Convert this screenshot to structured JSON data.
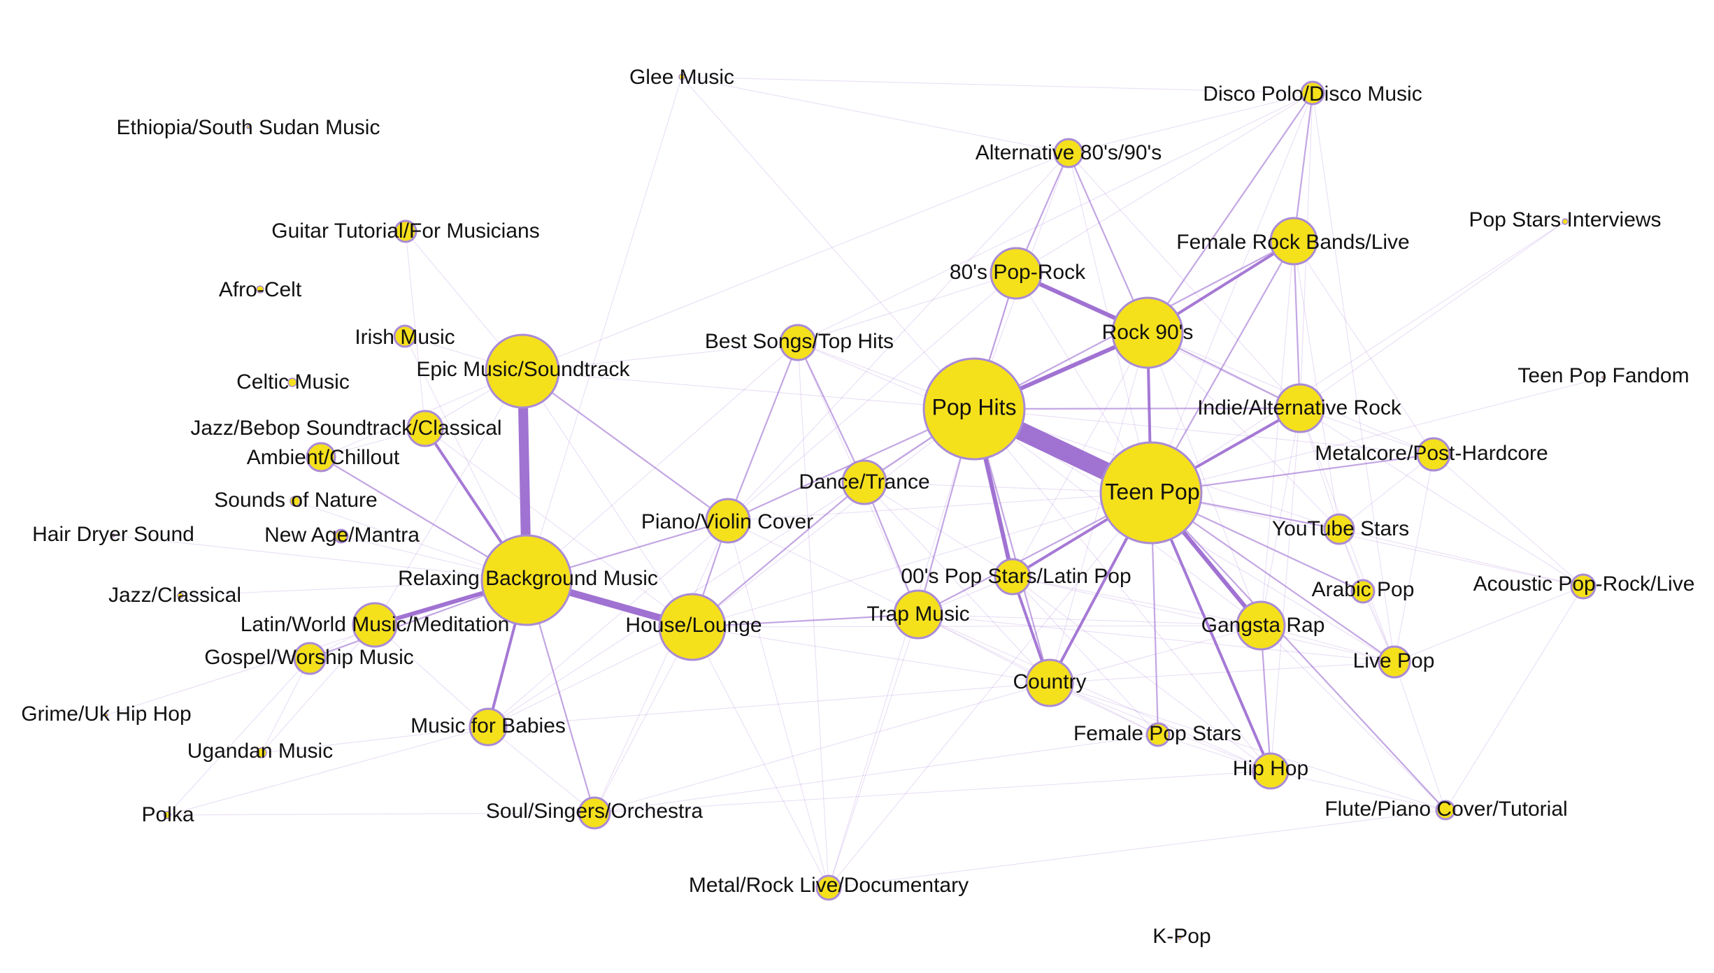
{
  "colors": {
    "node_fill": "#f5e01c",
    "node_stroke": "#a98bd6",
    "edge": "#9b6ad0",
    "label": "#111111",
    "background": "#ffffff"
  },
  "nodes": [
    {
      "id": "teen_pop",
      "label": "Teen Pop",
      "weight": 100
    },
    {
      "id": "pop_hits",
      "label": "Pop Hits",
      "weight": 100
    },
    {
      "id": "relaxing",
      "label": "Relaxing Background Music",
      "weight": 90
    },
    {
      "id": "epic",
      "label": "Epic Music/Soundtrack",
      "weight": 60
    },
    {
      "id": "house",
      "label": "House/Lounge",
      "weight": 55
    },
    {
      "id": "rock90",
      "label": "Rock 90's",
      "weight": 60
    },
    {
      "id": "pop80",
      "label": "80's Pop-Rock",
      "weight": 40
    },
    {
      "id": "best_songs",
      "label": "Best Songs/Top Hits",
      "weight": 25
    },
    {
      "id": "dance",
      "label": "Dance/Trance",
      "weight": 30
    },
    {
      "id": "piano",
      "label": "Piano/Violin Cover",
      "weight": 30
    },
    {
      "id": "pop00",
      "label": "00's Pop Stars/Latin Pop",
      "weight": 25
    },
    {
      "id": "trap",
      "label": "Trap Music",
      "weight": 35
    },
    {
      "id": "country",
      "label": "Country",
      "weight": 35
    },
    {
      "id": "gangsta",
      "label": "Gangsta Rap",
      "weight": 35
    },
    {
      "id": "indie",
      "label": "Indie/Alternative Rock",
      "weight": 35
    },
    {
      "id": "female_rock",
      "label": "Female Rock Bands/Live",
      "weight": 35
    },
    {
      "id": "alt80",
      "label": "Alternative 80's/90's",
      "weight": 15
    },
    {
      "id": "disco",
      "label": "Disco Polo/Disco Music",
      "weight": 10
    },
    {
      "id": "glee",
      "label": "Glee Music",
      "weight": 2
    },
    {
      "id": "ethiopia",
      "label": "Ethiopia/South Sudan Music",
      "weight": 1
    },
    {
      "id": "guitar",
      "label": "Guitar Tutorial/For Musicians",
      "weight": 6
    },
    {
      "id": "afrocelt",
      "label": "Afro-Celt",
      "weight": 3
    },
    {
      "id": "irish",
      "label": "Irish Music",
      "weight": 6
    },
    {
      "id": "celtic",
      "label": "Celtic Music",
      "weight": 3
    },
    {
      "id": "jazz_bebop",
      "label": "Jazz/Bebop Soundtrack/Classical",
      "weight": 20
    },
    {
      "id": "ambient",
      "label": "Ambient/Chillout",
      "weight": 12
    },
    {
      "id": "sounds_nature",
      "label": "Sounds of Nature",
      "weight": 3
    },
    {
      "id": "hair_dryer",
      "label": "Hair Dryer Sound",
      "weight": 1
    },
    {
      "id": "new_age",
      "label": "New Age/Mantra",
      "weight": 4
    },
    {
      "id": "jazz_classical",
      "label": "Jazz/Classical",
      "weight": 2
    },
    {
      "id": "latin_world",
      "label": "Latin/World Music/Meditation",
      "weight": 30
    },
    {
      "id": "gospel",
      "label": "Gospel/Worship Music",
      "weight": 15
    },
    {
      "id": "grime",
      "label": "Grime/Uk Hip Hop",
      "weight": 1
    },
    {
      "id": "ugandan",
      "label": "Ugandan Music",
      "weight": 3
    },
    {
      "id": "polka",
      "label": "Polka",
      "weight": 2
    },
    {
      "id": "babies",
      "label": "Music for Babies",
      "weight": 20
    },
    {
      "id": "soul",
      "label": "Soul/Singers/Orchestra",
      "weight": 15
    },
    {
      "id": "metal_live",
      "label": "Metal/Rock Live/Documentary",
      "weight": 10
    },
    {
      "id": "kpop",
      "label": "K-Pop",
      "weight": 1
    },
    {
      "id": "female_pop",
      "label": "Female Pop Stars",
      "weight": 10
    },
    {
      "id": "hip_hop",
      "label": "Hip Hop",
      "weight": 20
    },
    {
      "id": "flute",
      "label": "Flute/Piano Cover/Tutorial",
      "weight": 8
    },
    {
      "id": "live_pop",
      "label": "Live Pop",
      "weight": 15
    },
    {
      "id": "arabic",
      "label": "Arabic Pop",
      "weight": 8
    },
    {
      "id": "acoustic",
      "label": "Acoustic Pop-Rock/Live",
      "weight": 10
    },
    {
      "id": "youtube",
      "label": "YouTube Stars",
      "weight": 15
    },
    {
      "id": "metalcore",
      "label": "Metalcore/Post-Hardcore",
      "weight": 18
    },
    {
      "id": "teen_fandom",
      "label": "Teen Pop Fandom",
      "weight": 1
    },
    {
      "id": "pop_interviews",
      "label": "Pop Stars Interviews",
      "weight": 2
    }
  ],
  "edges": [
    [
      "pop_hits",
      "teen_pop",
      9
    ],
    [
      "epic",
      "relaxing",
      7
    ],
    [
      "relaxing",
      "house",
      6
    ],
    [
      "relaxing",
      "latin_world",
      4
    ],
    [
      "pop_hits",
      "rock90",
      4
    ],
    [
      "pop80",
      "rock90",
      4
    ],
    [
      "teen_pop",
      "gangsta",
      4
    ],
    [
      "pop_hits",
      "pop00",
      4
    ],
    [
      "rock90",
      "female_rock",
      3
    ],
    [
      "rock90",
      "teen_pop",
      3
    ],
    [
      "teen_pop",
      "indie",
      3
    ],
    [
      "pop00",
      "country",
      3
    ],
    [
      "teen_pop",
      "country",
      3
    ],
    [
      "teen_pop",
      "pop00",
      3
    ],
    [
      "teen_pop",
      "hip_hop",
      3
    ],
    [
      "jazz_bebop",
      "relaxing",
      3
    ],
    [
      "relaxing",
      "babies",
      3
    ],
    [
      "pop_hits",
      "female_rock",
      2
    ],
    [
      "rock90",
      "indie",
      2
    ],
    [
      "relaxing",
      "soul",
      2
    ],
    [
      "relaxing",
      "ambient",
      2
    ],
    [
      "relaxing",
      "gospel",
      2
    ],
    [
      "relaxing",
      "piano",
      2
    ],
    [
      "epic",
      "piano",
      2
    ],
    [
      "house",
      "piano",
      2
    ],
    [
      "house",
      "trap",
      2
    ],
    [
      "house",
      "dance",
      2
    ],
    [
      "best_songs",
      "dance",
      2
    ],
    [
      "best_songs",
      "piano",
      2
    ],
    [
      "dance",
      "pop_hits",
      2
    ],
    [
      "dance",
      "trap",
      2
    ],
    [
      "piano",
      "pop_hits",
      2
    ],
    [
      "trap",
      "pop_hits",
      2
    ],
    [
      "trap",
      "teen_pop",
      2
    ],
    [
      "pop80",
      "pop_hits",
      2
    ],
    [
      "alt80",
      "rock90",
      2
    ],
    [
      "alt80",
      "pop80",
      2
    ],
    [
      "disco",
      "rock90",
      2
    ],
    [
      "disco",
      "female_rock",
      2
    ],
    [
      "female_rock",
      "indie",
      2
    ],
    [
      "female_rock",
      "teen_pop",
      2
    ],
    [
      "teen_pop",
      "youtube",
      2
    ],
    [
      "teen_pop",
      "metalcore",
      2
    ],
    [
      "teen_pop",
      "live_pop",
      2
    ],
    [
      "teen_pop",
      "arabic",
      2
    ],
    [
      "teen_pop",
      "female_pop",
      2
    ],
    [
      "teen_pop",
      "flute",
      2
    ],
    [
      "teen_pop",
      "acoustic",
      1
    ],
    [
      "gangsta",
      "hip_hop",
      2
    ],
    [
      "gangsta",
      "indie",
      1
    ],
    [
      "pop_hits",
      "indie",
      2
    ],
    [
      "pop_hits",
      "country",
      2
    ],
    [
      "guitar",
      "epic",
      1
    ],
    [
      "guitar",
      "jazz_bebop",
      1
    ],
    [
      "irish",
      "epic",
      1
    ],
    [
      "irish",
      "relaxing",
      1
    ],
    [
      "epic",
      "best_songs",
      1
    ],
    [
      "epic",
      "latin_world",
      1
    ],
    [
      "epic",
      "house",
      1
    ],
    [
      "epic",
      "alt80",
      1
    ],
    [
      "epic",
      "pop_hits",
      1
    ],
    [
      "latin_world",
      "gospel",
      1
    ],
    [
      "latin_world",
      "babies",
      1
    ],
    [
      "latin_world",
      "ugandan",
      1
    ],
    [
      "gospel",
      "polka",
      1
    ],
    [
      "gospel",
      "ugandan",
      1
    ],
    [
      "grime",
      "relaxing",
      1
    ],
    [
      "hair_dryer",
      "relaxing",
      1
    ],
    [
      "jazz_classical",
      "relaxing",
      1
    ],
    [
      "new_age",
      "relaxing",
      1
    ],
    [
      "sounds_nature",
      "relaxing",
      1
    ],
    [
      "soul",
      "house",
      1
    ],
    [
      "soul",
      "piano",
      1
    ],
    [
      "soul",
      "country",
      1
    ],
    [
      "metal_live",
      "house",
      1
    ],
    [
      "metal_live",
      "trap",
      1
    ],
    [
      "metal_live",
      "pop80",
      1
    ],
    [
      "metal_live",
      "teen_pop",
      1
    ],
    [
      "metal_live",
      "best_songs",
      1
    ],
    [
      "metal_live",
      "piano",
      1
    ],
    [
      "glee",
      "alt80",
      1
    ],
    [
      "glee",
      "disco",
      1
    ],
    [
      "glee",
      "relaxing",
      1
    ],
    [
      "glee",
      "pop_hits",
      1
    ],
    [
      "alt80",
      "disco",
      1
    ],
    [
      "alt80",
      "teen_pop",
      1
    ],
    [
      "alt80",
      "piano",
      1
    ],
    [
      "alt80",
      "indie",
      1
    ],
    [
      "alt80",
      "pop_hits",
      1
    ],
    [
      "disco",
      "pop80",
      1
    ],
    [
      "disco",
      "best_songs",
      1
    ],
    [
      "disco",
      "teen_pop",
      1
    ],
    [
      "disco",
      "indie",
      1
    ],
    [
      "disco",
      "live_pop",
      1
    ],
    [
      "pop80",
      "piano",
      1
    ],
    [
      "pop80",
      "teen_pop",
      1
    ],
    [
      "pop80",
      "best_songs",
      1
    ],
    [
      "pop80",
      "indie",
      1
    ],
    [
      "best_songs",
      "pop_hits",
      1
    ],
    [
      "best_songs",
      "teen_pop",
      1
    ],
    [
      "best_songs",
      "relaxing",
      1
    ],
    [
      "best_songs",
      "trap",
      1
    ],
    [
      "dance",
      "teen_pop",
      1
    ],
    [
      "dance",
      "pop00",
      1
    ],
    [
      "dance",
      "country",
      1
    ],
    [
      "piano",
      "trap",
      1
    ],
    [
      "piano",
      "teen_pop",
      1
    ],
    [
      "piano",
      "babies",
      1
    ],
    [
      "house",
      "pop_hits",
      1
    ],
    [
      "house",
      "country",
      1
    ],
    [
      "house",
      "teen_pop",
      1
    ],
    [
      "house",
      "gangsta",
      1
    ],
    [
      "trap",
      "pop00",
      1
    ],
    [
      "trap",
      "country",
      1
    ],
    [
      "trap",
      "gangsta",
      1
    ],
    [
      "trap",
      "female_pop",
      1
    ],
    [
      "trap",
      "hip_hop",
      1
    ],
    [
      "country",
      "female_pop",
      1
    ],
    [
      "country",
      "gangsta",
      1
    ],
    [
      "country",
      "hip_hop",
      1
    ],
    [
      "country",
      "live_pop",
      1
    ],
    [
      "pop00",
      "gangsta",
      1
    ],
    [
      "pop00",
      "female_pop",
      1
    ],
    [
      "pop00",
      "hip_hop",
      1
    ],
    [
      "pop00",
      "live_pop",
      1
    ],
    [
      "pop_hits",
      "gangsta",
      1
    ],
    [
      "pop_hits",
      "youtube",
      1
    ],
    [
      "pop_hits",
      "metalcore",
      1
    ],
    [
      "pop_hits",
      "hip_hop",
      1
    ],
    [
      "pop_hits",
      "live_pop",
      1
    ],
    [
      "pop_hits",
      "babies",
      1
    ],
    [
      "rock90",
      "gangsta",
      1
    ],
    [
      "rock90",
      "metalcore",
      1
    ],
    [
      "rock90",
      "country",
      1
    ],
    [
      "rock90",
      "pop00",
      1
    ],
    [
      "rock90",
      "youtube",
      1
    ],
    [
      "indie",
      "metalcore",
      1
    ],
    [
      "indie",
      "youtube",
      1
    ],
    [
      "indie",
      "acoustic",
      1
    ],
    [
      "indie",
      "live_pop",
      1
    ],
    [
      "indie",
      "hip_hop",
      1
    ],
    [
      "female_rock",
      "metalcore",
      1
    ],
    [
      "female_rock",
      "gangsta",
      1
    ],
    [
      "female_rock",
      "youtube",
      1
    ],
    [
      "metalcore",
      "acoustic",
      1
    ],
    [
      "metalcore",
      "live_pop",
      1
    ],
    [
      "metalcore",
      "youtube",
      1
    ],
    [
      "youtube",
      "live_pop",
      1
    ],
    [
      "youtube",
      "arabic",
      1
    ],
    [
      "youtube",
      "acoustic",
      1
    ],
    [
      "arabic",
      "live_pop",
      1
    ],
    [
      "gangsta",
      "live_pop",
      1
    ],
    [
      "gangsta",
      "flute",
      1
    ],
    [
      "hip_hop",
      "flute",
      1
    ],
    [
      "female_pop",
      "hip_hop",
      1
    ],
    [
      "live_pop",
      "flute",
      1
    ],
    [
      "acoustic",
      "flute",
      1
    ],
    [
      "acoustic",
      "live_pop",
      1
    ],
    [
      "teen_fandom",
      "teen_pop",
      1
    ],
    [
      "pop_interviews",
      "teen_pop",
      1
    ],
    [
      "pop_interviews",
      "indie",
      1
    ],
    [
      "babies",
      "soul",
      1
    ],
    [
      "babies",
      "house",
      1
    ],
    [
      "babies",
      "ugandan",
      1
    ],
    [
      "ambient",
      "epic",
      1
    ],
    [
      "ambient",
      "jazz_bebop",
      1
    ],
    [
      "jazz_bebop",
      "epic",
      1
    ],
    [
      "jazz_bebop",
      "house",
      1
    ],
    [
      "polka",
      "babies",
      1
    ],
    [
      "polka",
      "soul",
      1
    ],
    [
      "hip_hop",
      "soul",
      1
    ],
    [
      "country",
      "babies",
      1
    ],
    [
      "female_pop",
      "soul",
      1
    ],
    [
      "flute",
      "metal_live",
      1
    ],
    [
      "flute",
      "country",
      1
    ],
    [
      "live_pop",
      "trap",
      1
    ]
  ]
}
